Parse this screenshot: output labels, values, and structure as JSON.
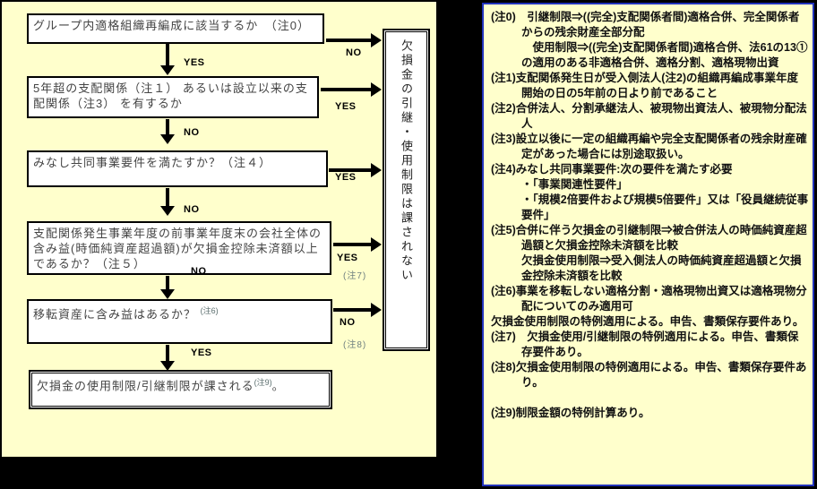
{
  "colors": {
    "background": "#000000",
    "panel": "#ffffcc",
    "box_fill": "#ffffff",
    "border": "#000000",
    "notes_border": "#2233bb",
    "note_ref": "#6e7f7f"
  },
  "flowchart": {
    "boxes": [
      {
        "text": "グループ内適格組織再編成に該当するか　（注0）"
      },
      {
        "text": "5年超の支配関係（注１） あるいは設立以来の支配関係（注3） を有するか"
      },
      {
        "text": "みなし共同事業要件を満たすか？（注４）"
      },
      {
        "text": "支配関係発生事業年度の前事業年度末の会社全体の含み益(時価純資産超過額)が欠損金控除未済額以上であるか？（注５）"
      },
      {
        "text": "移転資産に含み益はあるか？ ",
        "sup": "(注6)"
      },
      {
        "text": "欠損金の使用制限/引継制限が課される",
        "sup": "(注9)",
        "suffix": "。"
      }
    ],
    "result_box": {
      "text": "欠損金の引継・使用制限は課されない"
    },
    "down_arrows": [
      {
        "label": "YES"
      },
      {
        "label": "NO"
      },
      {
        "label": "NO"
      },
      {
        "label": "NO"
      },
      {
        "label": "YES"
      }
    ],
    "right_arrows": [
      {
        "label": "NO",
        "note": ""
      },
      {
        "label": "YES",
        "note": ""
      },
      {
        "label": "YES",
        "note": ""
      },
      {
        "label": "YES",
        "note": "(注7)"
      },
      {
        "label": "NO",
        "note": "(注8)"
      }
    ]
  },
  "notes": {
    "items": [
      {
        "type": "note",
        "label": "(注0)",
        "text": "　引継制限⇒((完全)支配関係者間)適格合併、完全関係者からの残余財産全部分配"
      },
      {
        "type": "sub",
        "text": "　使用制限⇒((完全)支配関係者間)適格合併、法61の13①の適用のある非適格合併、適格分割、適格現物出資"
      },
      {
        "type": "note",
        "label": "(注1)",
        "text": "支配関係発生日が受入側法人(注2)の組織再編成事業年度開始の日の5年前の日より前であること"
      },
      {
        "type": "note",
        "label": "(注2)",
        "text": "合併法人、分割承継法人、被現物出資法人、被現物分配法人"
      },
      {
        "type": "note",
        "label": "(注3)",
        "text": "設立以後に一定の組織再編や完全支配関係者の残余財産確定があった場合には別途取扱い。"
      },
      {
        "type": "note",
        "label": "(注4)",
        "text": "みなし共同事業要件:次の要件を満たす必要"
      },
      {
        "type": "sub",
        "text": "・「事業関連性要件」"
      },
      {
        "type": "sub",
        "text": "・「規模2倍要件および規模5倍要件」又は「役員継続従事要件」"
      },
      {
        "type": "note",
        "label": "(注5)",
        "text": "合併に伴う欠損金の引継制限⇒被合併法人の時価純資産超過額と欠損金控除未済額を比較"
      },
      {
        "type": "sub",
        "text": "欠損金使用制限⇒受入側法人の時価純資産超過額と欠損金控除未済額を比較"
      },
      {
        "type": "note",
        "label": "(注6)",
        "text": "事業を移転しない適格分割・適格現物出資又は適格現物分配についてのみ適用可"
      },
      {
        "type": "flush",
        "text": "欠損金使用制限の特例適用による。申告、書類保存要件あり。"
      },
      {
        "type": "note",
        "label": "(注7)",
        "text": "　欠損金使用/引継制限の特例適用による。申告、書類保存要件あり。"
      },
      {
        "type": "note",
        "label": "(注8)",
        "text": "欠損金使用制限の特例適用による。申告、書類保存要件あり。"
      },
      {
        "type": "spacer"
      },
      {
        "type": "note",
        "label": "(注9)",
        "text": "制限金額の特例計算あり。"
      }
    ]
  }
}
